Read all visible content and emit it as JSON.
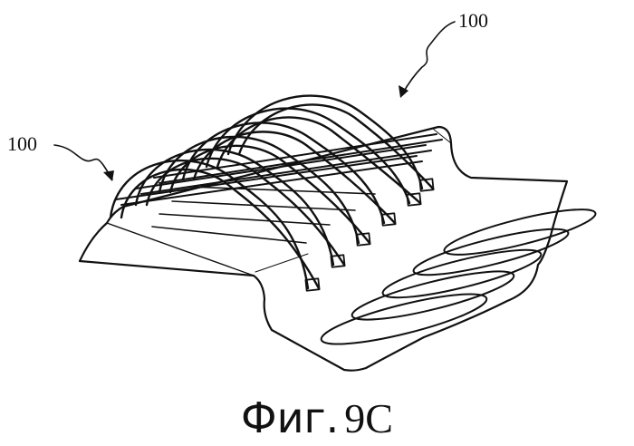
{
  "figure": {
    "reference_labels": [
      "100",
      "100"
    ],
    "caption_word": "Фиг.",
    "caption_number": "9C"
  }
}
